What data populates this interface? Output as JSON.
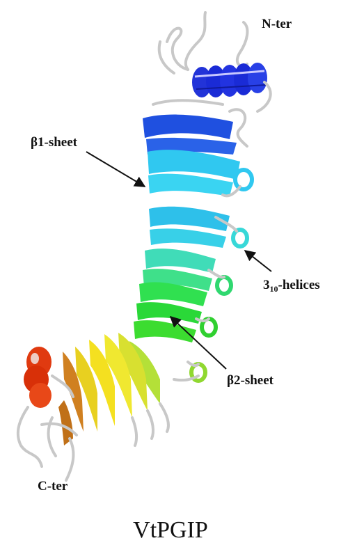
{
  "labels": {
    "n_ter": "N-ter",
    "c_ter": "C-ter",
    "beta1": "β1-sheet",
    "beta2": "β2-sheet",
    "helices_prefix": "3",
    "helices_sub": "10",
    "helices_suffix": "-helices"
  },
  "title": "VtPGIP",
  "colors": {
    "n_term": "#1a2bd6",
    "blue": "#1f6ae0",
    "cyan": "#38d8f0",
    "teal": "#3fe0c8",
    "green": "#2fe040",
    "yellowgreen": "#b8e040",
    "yellow": "#f0e830",
    "orange": "#d08020",
    "red": "#e03a10",
    "coil": "#c8c8c8"
  }
}
